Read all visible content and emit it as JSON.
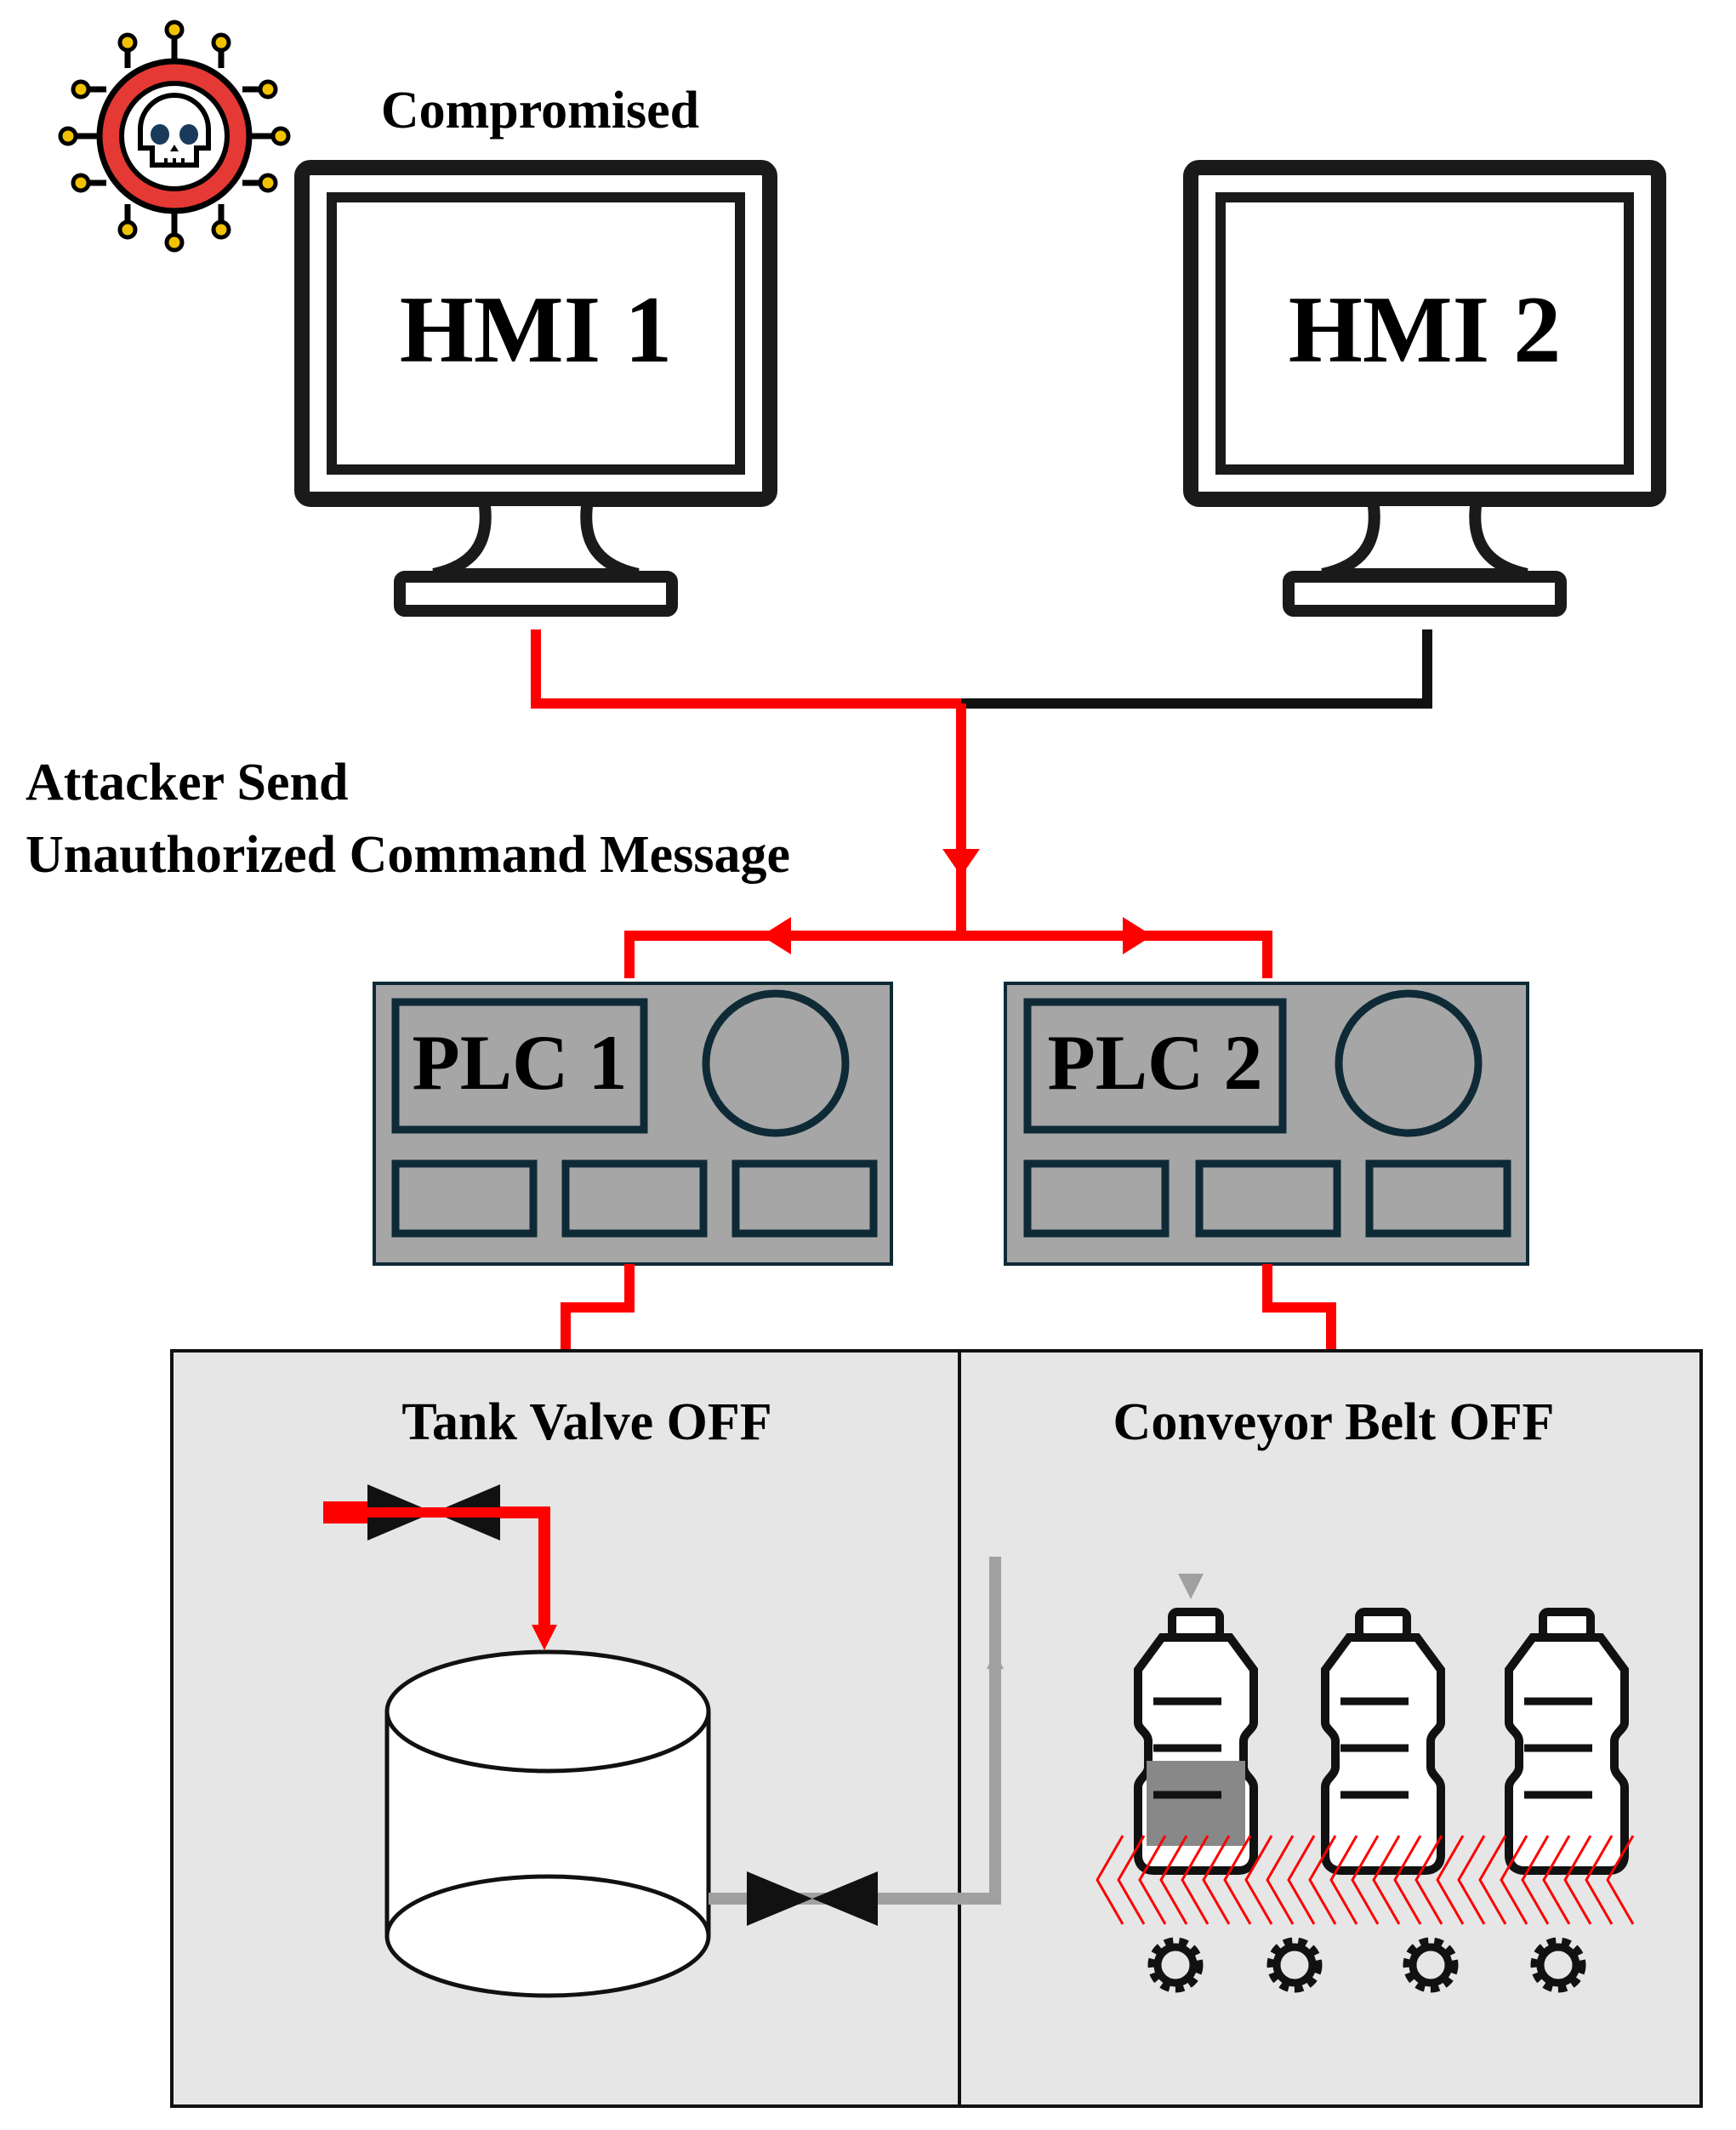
{
  "hmi": {
    "compromised_label": "Compromised",
    "hmi1_label": "HMI 1",
    "hmi2_label": "HMI 2"
  },
  "attack": {
    "line1": "Attacker Send",
    "line2": "Unauthorized Command Message"
  },
  "plc": {
    "plc1_label": "PLC 1",
    "plc2_label": "PLC 2"
  },
  "process": {
    "tank_label": "Tank Valve OFF",
    "conveyor_label": "Conveyor Belt OFF"
  },
  "colors": {
    "attack_red": "#ff0000",
    "device_gray": "#a6a6a6",
    "panel_bg": "#e6e6e6",
    "pipe_gray": "#a0a0a0",
    "plc_outline": "#0e2a36"
  },
  "icons": {
    "virus": "virus-skull-icon",
    "monitor": "monitor-icon",
    "valve": "valve-icon",
    "tank": "tank-icon",
    "bottle": "bottle-icon",
    "gear": "gear-icon"
  }
}
